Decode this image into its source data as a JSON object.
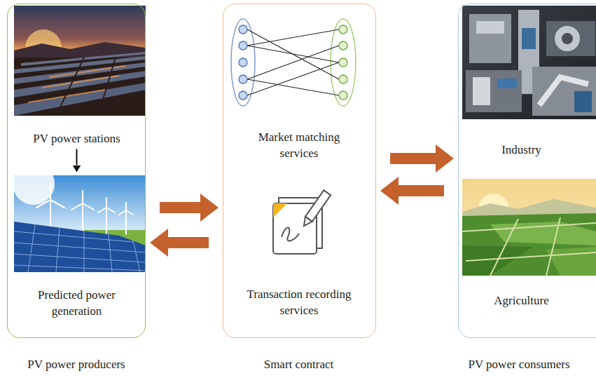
{
  "diagram": {
    "nodes": [
      {
        "text": [
          "PV power producers"
        ]
      },
      {
        "text": [
          "PV power stations"
        ],
        "in": 0
      },
      {
        "text": [
          "Predicted power generation"
        ],
        "in": 0
      },
      {
        "text": [
          "Smart contract"
        ]
      },
      {
        "text": [
          "Market matching services"
        ],
        "in": 3
      },
      {
        "text": [
          "Transaction recording services"
        ],
        "in": 3
      },
      {
        "text": [
          "PV power consumers"
        ]
      },
      {
        "text": [
          "Industry"
        ],
        "in": 6
      },
      {
        "text": [
          "Agriculture"
        ],
        "in": 6
      }
    ],
    "edges": [
      {
        "from": 1,
        "to": 2,
        "arrow": "to"
      },
      {
        "from": 0,
        "to": 3,
        "arrow": "to"
      },
      {
        "from": 3,
        "to": 0,
        "arrow": "to"
      },
      {
        "from": 3,
        "to": 6,
        "arrow": "to"
      },
      {
        "from": 6,
        "to": 3,
        "arrow": "to"
      }
    ]
  }
}
